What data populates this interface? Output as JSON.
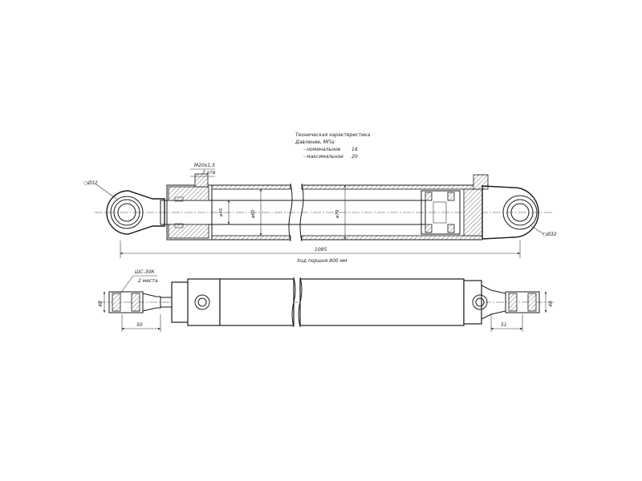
{
  "spec": {
    "title": "Техническая характеристика",
    "pressure_label": "Давление, МПа:",
    "nominal_label": "- номинальное",
    "nominal_value": "16",
    "max_label": "- максимальное",
    "max_value": "20"
  },
  "dims": {
    "port_thread": "M20x1,5",
    "port_qty": "2 отв",
    "eye_left_dia": "○Ø32",
    "eye_right_dia": "○Ø32",
    "rod_dia": "ø35",
    "inner_dia": "ø63",
    "outer_dia": "ø70",
    "overall_length": "1085",
    "stroke": "Ход поршня 800 мм",
    "bearing": "ШС-30К",
    "bearing_qty": "2 места",
    "left_eye_width": "50",
    "right_eye_width": "51",
    "left_eye_thick": "40",
    "right_eye_thick": "40"
  }
}
